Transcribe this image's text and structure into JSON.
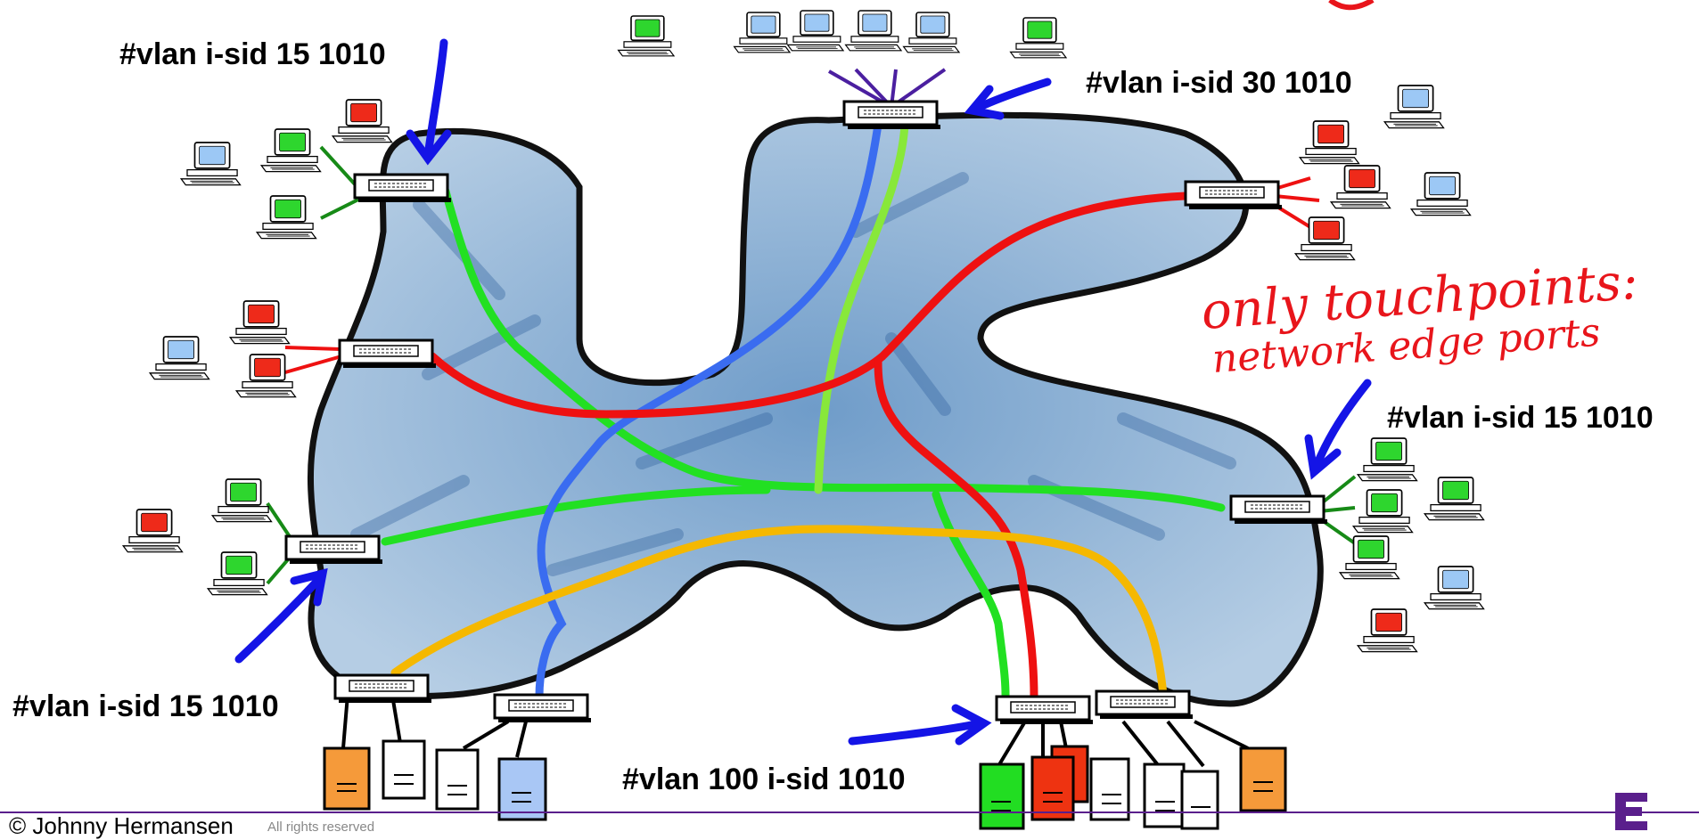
{
  "labels": {
    "top_left": "#vlan i-sid 15 1010",
    "top_center": "#vlan i-sid 30 1010",
    "right": "#vlan i-sid 15 1010",
    "bottom_left": "#vlan i-sid 15 1010",
    "bottom_center": "#vlan 100 i-sid 1010"
  },
  "annotation": {
    "line1": "only touchpoints:",
    "line2": "network edge ports"
  },
  "footer": {
    "copyright": "© Johnny Hermansen",
    "rights": "All rights reserved"
  },
  "colors": {
    "vlan15": "#22e022",
    "vlan30": "#3a6cf0",
    "red_service": "#ee1111",
    "light_green_service": "#88e83a",
    "vlan100": "#f5b800",
    "cloud": "#a8c4e0",
    "arrow": "#1414e6",
    "brand": "#5a1f8c"
  }
}
